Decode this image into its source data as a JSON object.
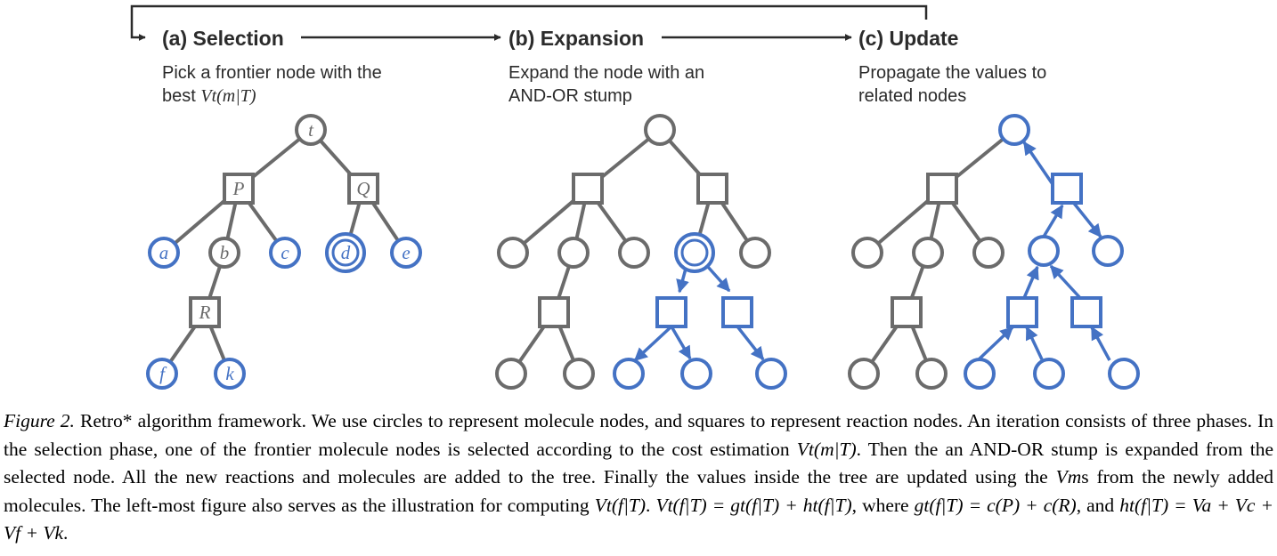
{
  "phases": [
    {
      "id": "selection",
      "title": "(a) Selection",
      "desc_line1": "Pick a frontier node with the",
      "desc_line2_prefix": "best ",
      "desc_math": "Vt(m|T)"
    },
    {
      "id": "expansion",
      "title": "(b) Expansion",
      "desc_line1": "Expand the node with an",
      "desc_line2": "AND-OR stump"
    },
    {
      "id": "update",
      "title": "(c) Update",
      "desc_line1": "Propagate the values to",
      "desc_line2": "related nodes"
    }
  ],
  "node_labels": {
    "t": "t",
    "P": "P",
    "Q": "Q",
    "a": "a",
    "b": "b",
    "c": "c",
    "d": "d",
    "e": "e",
    "R": "R",
    "f": "f",
    "k": "k"
  },
  "colors": {
    "gray": "#6b6b6b",
    "blue": "#4472c4",
    "text": "#2b2b2b"
  },
  "caption": {
    "figure_label": "Figure 2.",
    "text_1": " Retro* algorithm framework. We use circles to represent molecule nodes, and squares to represent reaction nodes. An iteration consists of three phases. In the selection phase, one of the frontier molecule nodes is selected according to the cost estimation ",
    "math_1": "Vt(m|T)",
    "text_2": ". Then the an AND-OR stump is expanded from the selected node. All the new reactions and molecules are added to the tree. Finally the values inside the tree are updated using the ",
    "math_2": "Vm",
    "text_3": "s from the newly added molecules. The left-most figure also serves as the illustration for computing ",
    "math_3": "Vt(f|T)",
    "text_4": ". ",
    "math_4": "Vt(f|T) = gt(f|T) + ht(f|T)",
    "text_5": ", where ",
    "math_5": "gt(f|T) = c(P) + c(R)",
    "text_6": ", and ",
    "math_6": "ht(f|T) = Va + Vc + Vf + Vk",
    "text_7": "."
  }
}
